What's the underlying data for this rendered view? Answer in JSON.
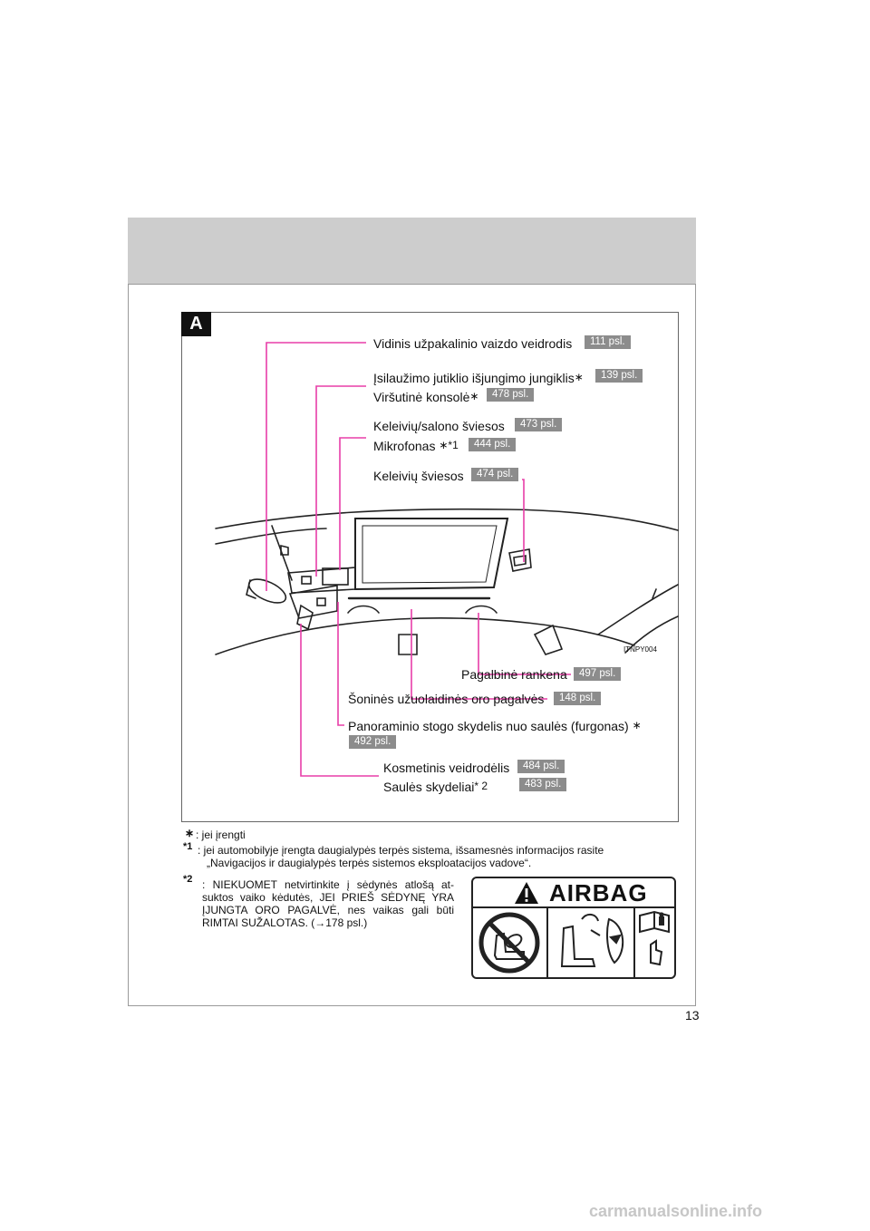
{
  "section": {
    "tag": "A"
  },
  "figure_code": "ITNPY004",
  "callouts": [
    {
      "text": "Vidinis užpakalinio vaizdo veidrodis",
      "page": "111 psl."
    },
    {
      "text": "Įsilaužimo jutiklio išjungimo jungiklis",
      "star": "∗",
      "page": "139 psl."
    },
    {
      "text": "Viršutinė konsolė",
      "star": "∗",
      "page": "478 psl."
    },
    {
      "text": "Keleivių/salono šviesos",
      "page": "473 psl."
    },
    {
      "text": "Mikrofonas ",
      "star": "∗*1",
      "page": "444 psl."
    },
    {
      "text": "Keleivių šviesos",
      "page": "474 psl."
    },
    {
      "text": "Pagalbinė rankena",
      "page": "497 psl."
    },
    {
      "text": "Šoninės užuolaidinės oro pagalvės",
      "page": "148 psl."
    },
    {
      "text": "Panoraminio stogo skydelis nuo saulės (furgonas) ",
      "star": "∗",
      "page": "492 psl."
    },
    {
      "text": "Kosmetinis veidrodėlis",
      "page": "484 psl."
    },
    {
      "text": "Saulės skydeliai",
      "star": "* 2",
      "page": "483 psl."
    }
  ],
  "footnotes": {
    "n0_mark": "∗",
    "n0_text": ":  jei įrengti",
    "n1_mark": "*1",
    "n1_text": ": jei automobilyje įrengta daugialypės terpės sistema, išsamesnės informacijos rasite",
    "n1_text2": "„Navigacijos ir daugialypės terpės sistemos eksploatacijos vadove“.",
    "n2_mark": "*2",
    "n2_text": ": NIEKUOMET netvirtinkite į sėdynės atlošą at- suktos vaiko kėdutės, JEI PRIEŠ SĖDYNĘ YRA ĮJUNGTA ORO PAGALVĖ, nes vaikas gali būti RIMTAI SUŽALOTAS. (→178 psl.)"
  },
  "airbag_label": {
    "title": "AIRBAG"
  },
  "page_number": "13",
  "watermark": "carmanualsonline.info",
  "colors": {
    "leader": "#e83ea8",
    "badge": "#8c8c8c",
    "header": "#cdcdcd"
  }
}
